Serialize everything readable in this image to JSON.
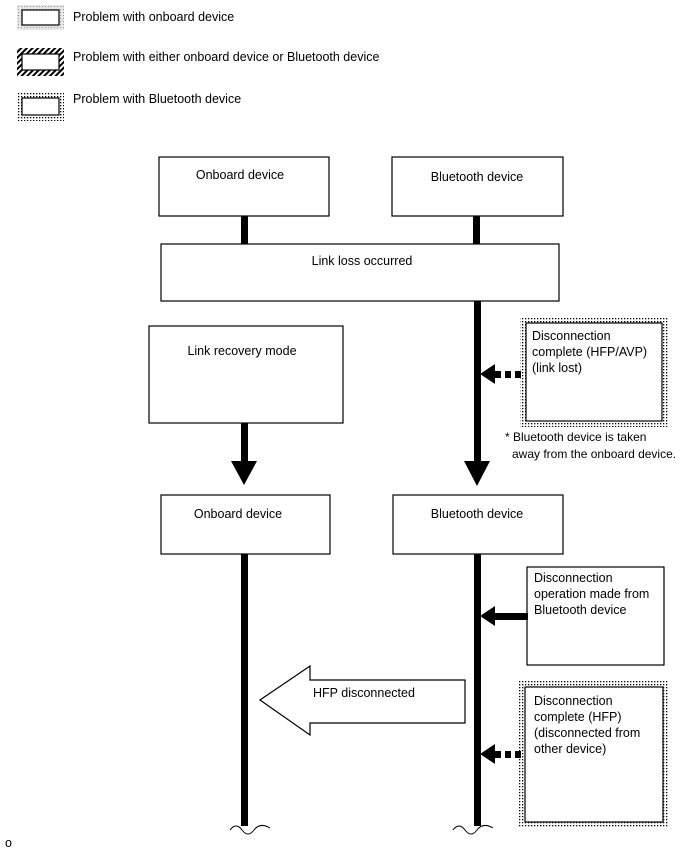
{
  "legend": {
    "onboard": "Problem with onboard device",
    "either": "Problem with either onboard device or Bluetooth device",
    "bluetooth": "Problem with Bluetooth device"
  },
  "diagram": {
    "onboard_device_top": "Onboard device",
    "bluetooth_device_top": "Bluetooth device",
    "link_loss": "Link loss occurred",
    "link_recovery": "Link recovery mode",
    "disconnect_link_lost": [
      "Disconnection",
      "complete (HFP/AVP)",
      "(link lost)"
    ],
    "footnote": [
      "* Bluetooth device is taken",
      "away from the onboard device."
    ],
    "onboard_device_bottom": "Onboard device",
    "bluetooth_device_bottom": "Bluetooth device",
    "disconnect_operation": [
      "Disconnection",
      "operation made from",
      "Bluetooth device"
    ],
    "hfp_disconnected": "HFP disconnected",
    "disconnect_other": [
      "Disconnection",
      "complete (HFP)",
      "(disconnected from",
      "other device)"
    ],
    "corner_mark": "o"
  },
  "colors": {
    "line": "#000000",
    "background": "#ffffff"
  }
}
